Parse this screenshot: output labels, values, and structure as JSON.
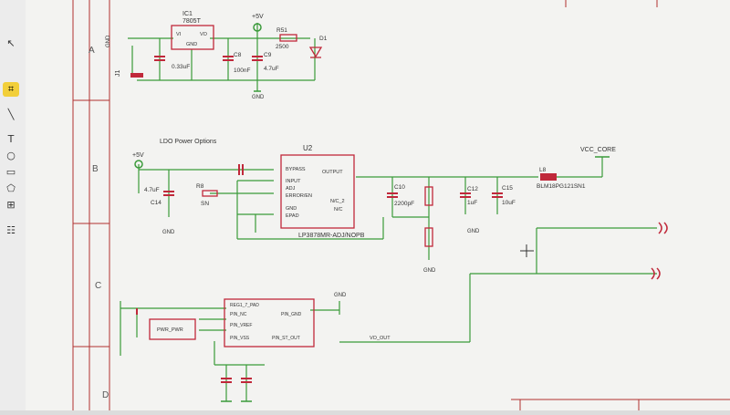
{
  "toolbar": {
    "tools": [
      {
        "icon": "pointer-icon",
        "glyph": "↖"
      },
      {
        "icon": "hand-icon",
        "glyph": "⌗"
      },
      {
        "icon": "line-icon",
        "glyph": "╲"
      },
      {
        "icon": "text-icon",
        "glyph": "T"
      },
      {
        "icon": "circle-icon",
        "glyph": "○"
      },
      {
        "icon": "rect-icon",
        "glyph": "▭"
      },
      {
        "icon": "polygon-icon",
        "glyph": "⬠"
      },
      {
        "icon": "label-icon",
        "glyph": "⊞"
      },
      {
        "icon": "info-icon",
        "glyph": "☷"
      }
    ]
  },
  "frame": {
    "row_labels": [
      "A",
      "B",
      "C",
      "D"
    ]
  },
  "schematic": {
    "ic1": {
      "name": "IC1",
      "part": "7805T",
      "pin_vi": "VI",
      "pin_vo": "VO",
      "pin_gnd": "GND"
    },
    "j1": {
      "name": "J1"
    },
    "power_top": {
      "vcc": "+5V"
    },
    "c_033": "0.33uF",
    "c8": {
      "name": "C8",
      "value": "100nF"
    },
    "c9": {
      "name": "C9",
      "value": "4.7uF"
    },
    "r51": {
      "name": "R51",
      "value": "2500"
    },
    "d1": {
      "name": "D1"
    },
    "gnd": "GND",
    "ldo_title": "LDO Power Options",
    "u2": {
      "name": "U2",
      "part": "LP3878MR-ADJ/NOPB",
      "pins_left": [
        "BYPASS",
        "INPUT",
        "ADJ",
        "ERROR/EN",
        "GND",
        "EPAD"
      ],
      "pin_output": "OUTPUT",
      "pins_right": [
        "N/C_2",
        "N/C"
      ]
    },
    "power_mid": {
      "vcc": "+5V"
    },
    "c14": {
      "name": "C14",
      "value": "4.7uF"
    },
    "r_sn": {
      "name": "R8",
      "value": "SN"
    },
    "c10": {
      "name": "C10",
      "value": "2200pF"
    },
    "c12": {
      "name": "C12",
      "value": "1uF"
    },
    "c15": {
      "name": "C15",
      "value": "10uF"
    },
    "l8": {
      "name": "L8",
      "part": "BLM18PG121SN1"
    },
    "vcc_core": "VCC_CORE",
    "reg2": {
      "title": "REG1_7_PAD",
      "pins_left": [
        "PIN_NC",
        "PIN_VREF",
        "PIN_VSS"
      ],
      "pins_right": [
        "PIN_GND",
        "PIN_ST_OUT"
      ],
      "inner": "PWR_PWR"
    },
    "net_vo": "VO_OUT"
  }
}
